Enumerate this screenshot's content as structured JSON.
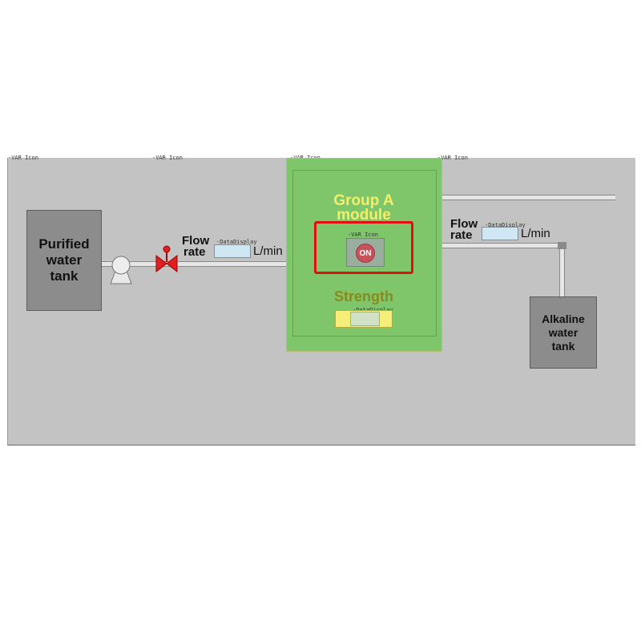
{
  "tags": {
    "var_icon_1": "-VAR Icon",
    "var_icon_2": "-VAR Icon",
    "var_icon_3": "-VAR Icon",
    "var_icon_4": "-VAR Icon",
    "var_icon_module": "-VAR Icon",
    "data_display_1": "-DataDisplay",
    "data_display_2": "-DataDisplay",
    "data_display_3": "-DataDisplay"
  },
  "purified_tank": {
    "line1": "Purified",
    "line2": "water",
    "line3": "tank"
  },
  "alkaline_tank": {
    "line1": "Alkaline",
    "line2": "water",
    "line3": "tank"
  },
  "flow_left": {
    "line1": "Flow",
    "line2": "rate",
    "unit": "L/min"
  },
  "flow_right": {
    "line1": "Flow",
    "line2": "rate",
    "unit": "L/min"
  },
  "module": {
    "title_line1": "Group A",
    "title_line2": "module",
    "on_label": "ON",
    "strength_label": "Strength"
  },
  "colors": {
    "panel": "#c3c3c3",
    "module": "#7fc66a",
    "title": "#f3ef6a",
    "highlight": "#e01010",
    "valve": "#e02020"
  }
}
